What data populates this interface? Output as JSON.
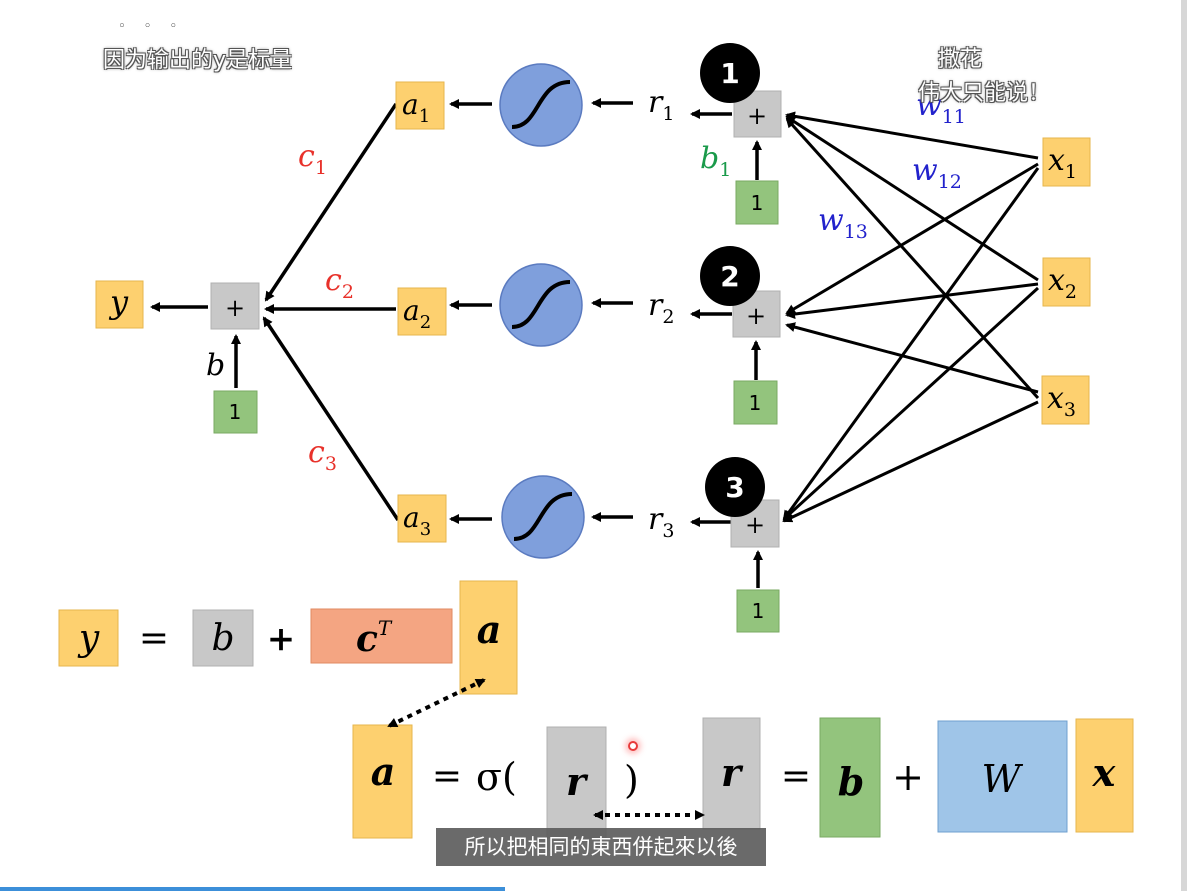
{
  "overlay": {
    "top_left_note": "因为输出的y是标量",
    "top_right_line1": "撒花",
    "top_right_line2": "伟大只能说！",
    "subtitle": "所以把相同的東西併起來以後"
  },
  "network": {
    "output": "y",
    "output_bias": "b",
    "one": "1",
    "plus": "+",
    "c": [
      "c",
      "c",
      "c"
    ],
    "c_sub": [
      "1",
      "2",
      "3"
    ],
    "a": [
      "a",
      "a",
      "a"
    ],
    "a_sub": [
      "1",
      "2",
      "3"
    ],
    "r": [
      "r",
      "r",
      "r"
    ],
    "r_sub": [
      "1",
      "2",
      "3"
    ],
    "node_numbers": [
      "1",
      "2",
      "3"
    ],
    "b1": "b",
    "b1_sub": "1",
    "w": [
      "w",
      "w",
      "w"
    ],
    "w_sub": [
      "11",
      "12",
      "13"
    ],
    "x": [
      "x",
      "x",
      "x"
    ],
    "x_sub": [
      "1",
      "2",
      "3"
    ]
  },
  "equation1": {
    "y": "y",
    "eq": "=",
    "b": "b",
    "plus": "+",
    "c": "c",
    "c_sup": "T",
    "a": "a"
  },
  "equation2": {
    "a": "a",
    "eq": "=",
    "sigma": "σ(",
    "r": "r",
    "close": ")",
    "r2": "r",
    "eq2": "=",
    "b": "b",
    "plus": "+",
    "W": "W",
    "x": "x"
  },
  "colors": {
    "yellow": "#fdd06f",
    "gray": "#c8c8c8",
    "green": "#93c47d",
    "salmon": "#f4a582",
    "blue_box": "#9fc5e8",
    "sigmoid": "#7f9fdc",
    "red": "#e8312a",
    "blue": "#2222cc",
    "teal": "#1a9a4a"
  },
  "icons": [
    "sigmoid-icon",
    "arrow-icon",
    "double-arrow-icon"
  ]
}
